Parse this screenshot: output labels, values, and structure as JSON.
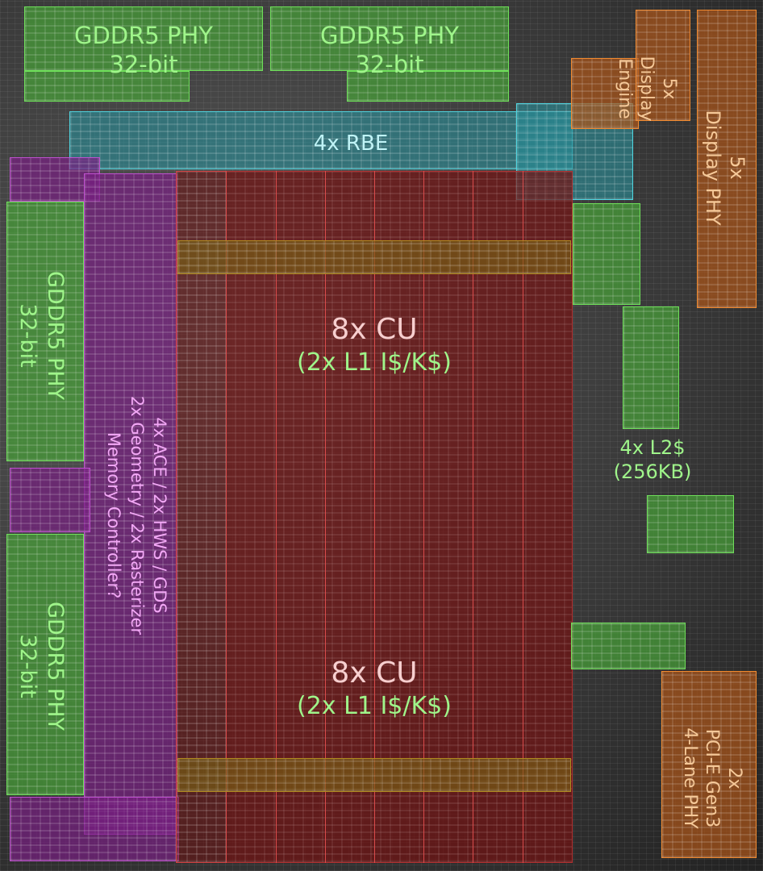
{
  "labels": {
    "gddr5_top_left": [
      "GDDR5 PHY",
      "32-bit"
    ],
    "gddr5_top_right": [
      "GDDR5 PHY",
      "32-bit"
    ],
    "rbe": "4x RBE",
    "display_engine": [
      "5x",
      "Display",
      "Engine"
    ],
    "display_phy": [
      "5x",
      "Display PHY"
    ],
    "gddr5_left_upper": [
      "GDDR5 PHY",
      "32-bit"
    ],
    "gddr5_left_lower": [
      "GDDR5 PHY",
      "32-bit"
    ],
    "frontend": [
      "4x ACE / 2x HWS / GDS",
      "2x Geometry / 2x Rasterizer",
      "Memory Controller?"
    ],
    "cu_top": [
      "8x CU",
      "(2x L1 I$/K$)"
    ],
    "cu_bottom": [
      "8x CU",
      "(2x L1 I$/K$)"
    ],
    "l2": [
      "4x L2$",
      "(256KB)"
    ],
    "pcie": [
      "2x",
      "PCI-E Gen3",
      "4-Lane PHY"
    ]
  },
  "colors": {
    "memory_phy": "#46a037",
    "rbe": "#288c96",
    "frontend": "#781e82",
    "display_io": "#aa5519",
    "compute_unit": "#6e0f0f",
    "cu_shared_strip": "#785f14",
    "label_green": "#9ff58a"
  }
}
